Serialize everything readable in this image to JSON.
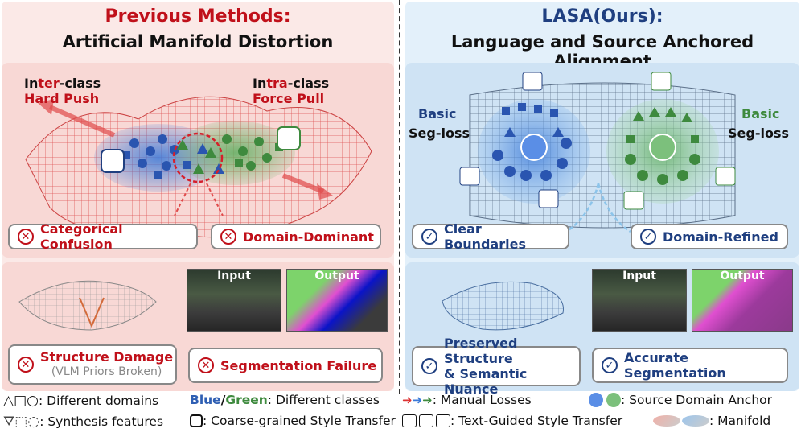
{
  "left": {
    "title1": "Previous Methods:",
    "title2": "Artificial Manifold Distortion",
    "inter_prefix": "In",
    "inter_colored": "ter",
    "inter_suffix": "-class",
    "hard_push": "Hard Push",
    "intra_prefix": "In",
    "intra_colored": "tra",
    "intra_suffix": "-class",
    "force_pull": "Force Pull",
    "pill_confusion": "Categorical Confusion",
    "pill_domain": "Domain-Dominant",
    "pill_structure": "Structure Damage",
    "pill_structure_sub": "(VLM Priors Broken)",
    "pill_failure": "Segmentation Failure",
    "input_label": "Input",
    "output_label": "Output"
  },
  "right": {
    "title1": "LASA(Ours):",
    "title2": "Language and Source Anchored Alignment",
    "basic_left_1": "Basic",
    "basic_left_2": "Seg-loss",
    "basic_right_1": "Basic",
    "basic_right_2": "Seg-loss",
    "pill_boundaries": "Clear Boundaries",
    "pill_refined": "Domain-Refined",
    "pill_preserved_1": "Preserved Structure",
    "pill_preserved_2": "& Semantic Nuance",
    "pill_accurate": "Accurate Segmentation",
    "input_label": "Input",
    "output_label": "Output"
  },
  "legend": {
    "domains": ": Different domains",
    "blue": "Blue",
    "slash": "/",
    "green": "Green",
    "classes": ": Different classes",
    "manual": ": Manual Losses",
    "anchor": ": Source Domain Anchor",
    "synthesis": ": Synthesis features",
    "coarse": ": Coarse-grained Style Transfer",
    "text_guided": ": Text-Guided Style Transfer",
    "manifold": ": Manifold"
  },
  "colors": {
    "red": "#c0101a",
    "navy": "#1f3f80",
    "blue": "#2f5fb3",
    "green": "#3e8a3e"
  }
}
